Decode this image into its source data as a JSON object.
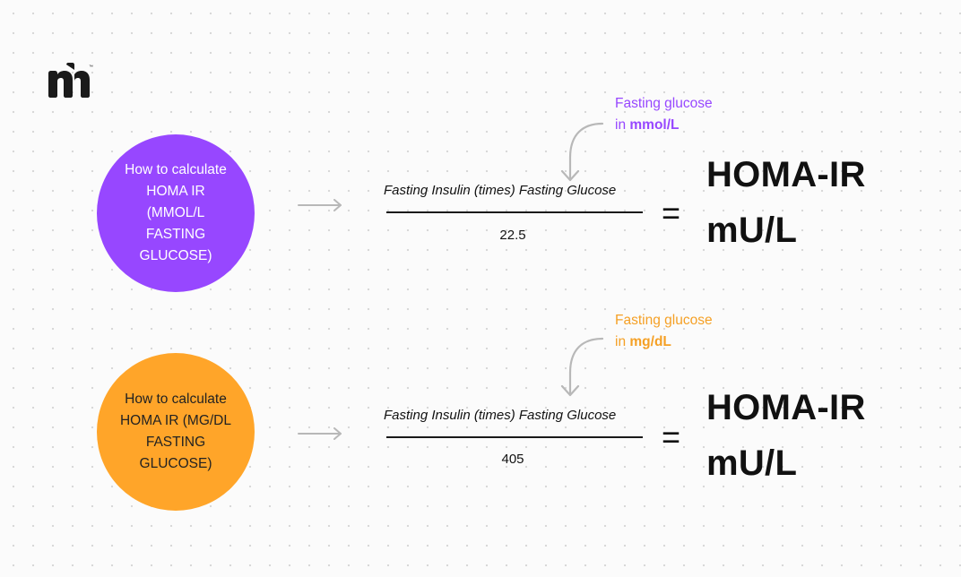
{
  "logo": {
    "text": "nh",
    "trademark": "™"
  },
  "section_mmol": {
    "circle_text": "How to calculate HOMA IR (MMOL/L FASTING GLUCOSE)",
    "numerator": "Fasting Insulin (times) Fasting Glucose",
    "denominator": "22.5",
    "equals": "=",
    "result_line1": "HOMA-IR",
    "result_line2": "mU/L",
    "note_line1": "Fasting glucose",
    "note_prefix": "in",
    "note_unit": "mmol/L",
    "color": "#9747ff"
  },
  "section_mgdl": {
    "circle_text": "How to calculate HOMA IR (MG/DL FASTING GLUCOSE)",
    "numerator": "Fasting Insulin (times) Fasting Glucose",
    "denominator": "405",
    "equals": "=",
    "result_line1": "HOMA-IR",
    "result_line2": "mU/L",
    "note_line1": "Fasting glucose",
    "note_prefix": "in",
    "note_unit": "mg/dL",
    "color": "#ffa529"
  },
  "colors": {
    "purple": "#9747ff",
    "orange": "#ffa529",
    "arrow_gray": "#b8b8b8",
    "text": "#111111"
  },
  "icons": {
    "arrow_right": "arrow-right-icon",
    "curved_arrow": "curved-arrow-down-icon"
  }
}
